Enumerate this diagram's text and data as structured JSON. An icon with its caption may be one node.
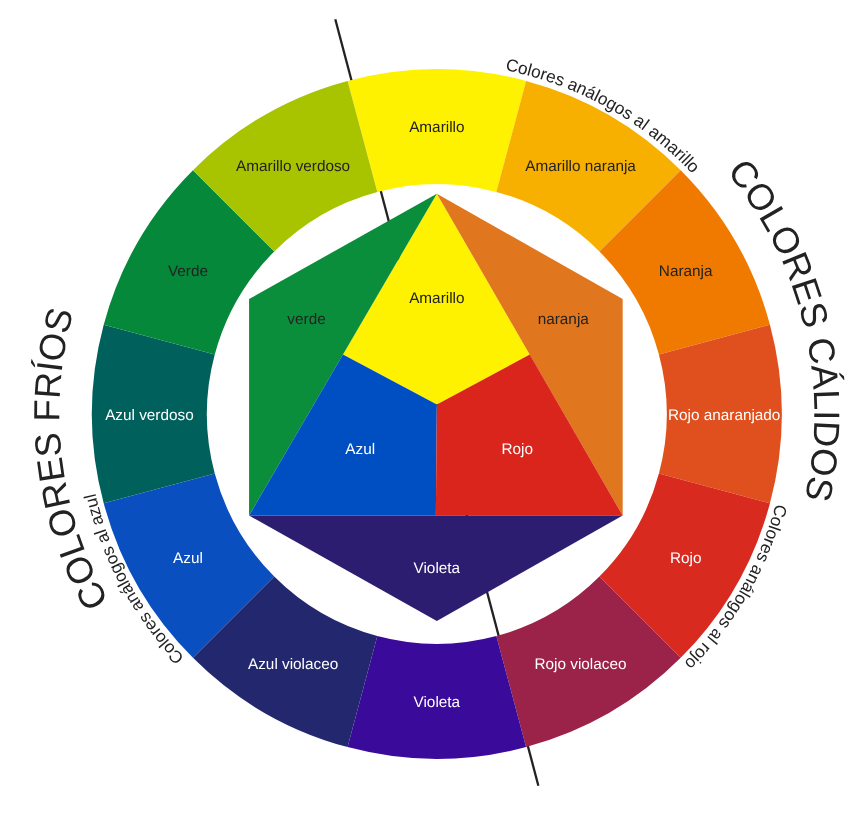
{
  "diagram": {
    "nodes": [
      {
        "text": [
          "Amarillo"
        ]
      },
      {
        "text": [
          "Amarillo naranja"
        ]
      },
      {
        "text": [
          "Naranja"
        ]
      },
      {
        "text": [
          "Rojo anaranjado"
        ]
      },
      {
        "text": [
          "Rojo"
        ]
      },
      {
        "text": [
          "Rojo violaceo"
        ]
      },
      {
        "text": [
          "Violeta"
        ]
      },
      {
        "text": [
          "Azul violaceo"
        ]
      },
      {
        "text": [
          "Azul"
        ]
      },
      {
        "text": [
          "Azul verdoso"
        ]
      },
      {
        "text": [
          "Verde"
        ]
      },
      {
        "text": [
          "Amarillo verdoso"
        ]
      },
      {
        "text": [
          "Amarillo"
        ]
      },
      {
        "text": [
          "verde"
        ]
      },
      {
        "text": [
          "naranja"
        ]
      },
      {
        "text": [
          "Azul"
        ]
      },
      {
        "text": [
          "Rojo"
        ]
      },
      {
        "text": [
          "Violeta"
        ]
      }
    ],
    "labels": [
      "Colores análogos al amarillo",
      "COLORES CÁLIDOS",
      "COLORES FRÍOS",
      "Colores análogos al azul",
      "Colores análogos al rojo"
    ]
  }
}
